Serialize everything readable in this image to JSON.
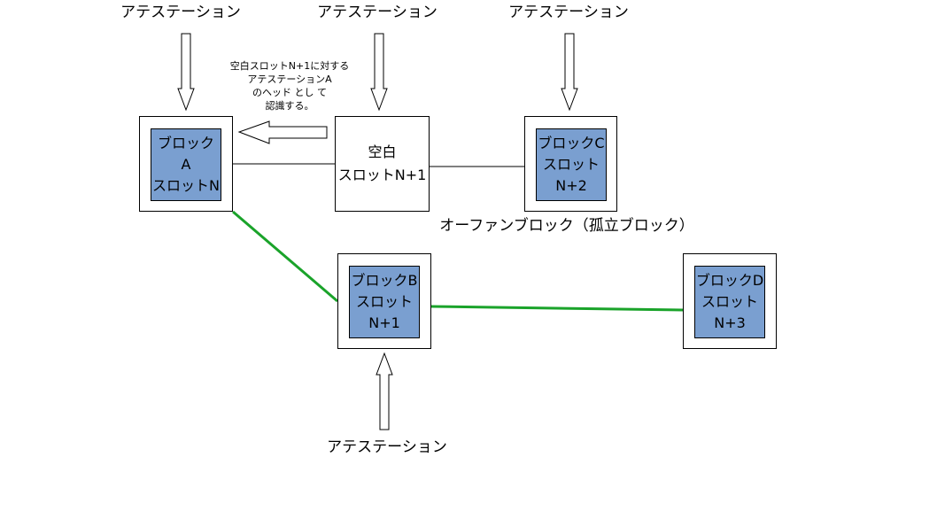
{
  "attestation_labels": {
    "top_a": "アテステーション",
    "top_empty": "アテステーション",
    "top_c": "アテステーション",
    "bottom_b": "アテステーション"
  },
  "note_lines": [
    "空白スロットN+1に対する",
    "アテステーションA",
    "のヘッド とし て",
    "認識する。"
  ],
  "blocks": {
    "a": {
      "lines": [
        "ブロック",
        "A",
        "スロットN"
      ]
    },
    "empty": {
      "lines": [
        "空白",
        "スロットN+1"
      ]
    },
    "c": {
      "lines": [
        "ブロックC",
        "スロット",
        "N+2"
      ]
    },
    "b": {
      "lines": [
        "ブロックB",
        "スロット",
        "N+1"
      ]
    },
    "d": {
      "lines": [
        "ブロックD",
        "スロット",
        "N+3"
      ]
    }
  },
  "orphan_label": "オーファンブロック（孤立ブロック）",
  "colors": {
    "block_fill": "#7a9fd0",
    "chain_link": "#1aa32a",
    "plain_link": "#000000"
  }
}
